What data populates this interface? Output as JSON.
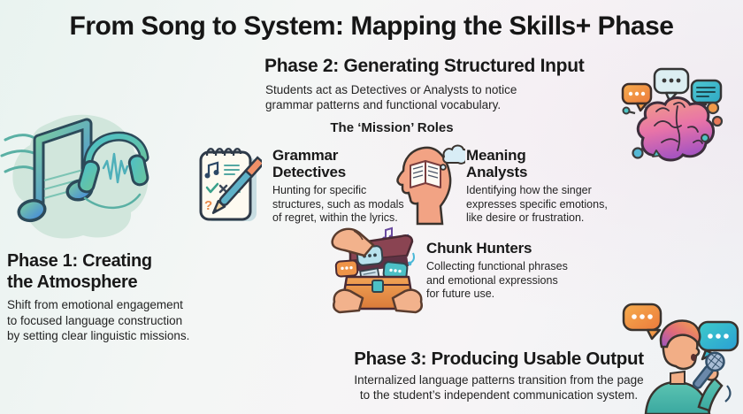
{
  "title": "From Song to System: Mapping the Skills+ Phase",
  "phase1": {
    "heading": "Phase 1: Creating\nthe Atmosphere",
    "description": "Shift from emotional engagement\nto focused language construction\nby setting clear linguistic missions."
  },
  "phase2": {
    "heading": "Phase 2: Generating Structured Input",
    "description": "Students act as Detectives or Analysts to notice\ngrammar patterns and functional vocabulary.",
    "roles_label": "The ‘Mission’ Roles"
  },
  "roles": [
    {
      "name": "Grammar\nDetectives",
      "description": "Hunting for specific\nstructures, such as modals\nof regret, within the lyrics.",
      "icon": "notepad-pen-icon"
    },
    {
      "name": "Meaning\nAnalysts",
      "description": "Identifying how the singer\nexpresses specific emotions,\nlike desire or frustration.",
      "icon": "head-open-book-icon"
    },
    {
      "name": "Chunk Hunters",
      "description": "Collecting functional phrases\nand emotional expressions\nfor future use.",
      "icon": "treasure-chest-hands-icon"
    }
  ],
  "phase3": {
    "heading": "Phase 3: Producing Usable Output",
    "description": "Internalized language patterns transition from the page\nto the student’s independent communication system."
  },
  "illustrations": {
    "music": "music-note-headphones-illustration",
    "brain": "brain-speech-network-illustration",
    "singer": "singer-microphone-illustration"
  },
  "colors": {
    "background_mint": "#e9f3f0",
    "background_pink": "#f0e4ee",
    "heading_text": "#191919",
    "body_text": "#242424",
    "teal": "#4fbdb2",
    "blue": "#4a90d6",
    "orange": "#f09a4a",
    "magenta": "#cf5fb0"
  }
}
